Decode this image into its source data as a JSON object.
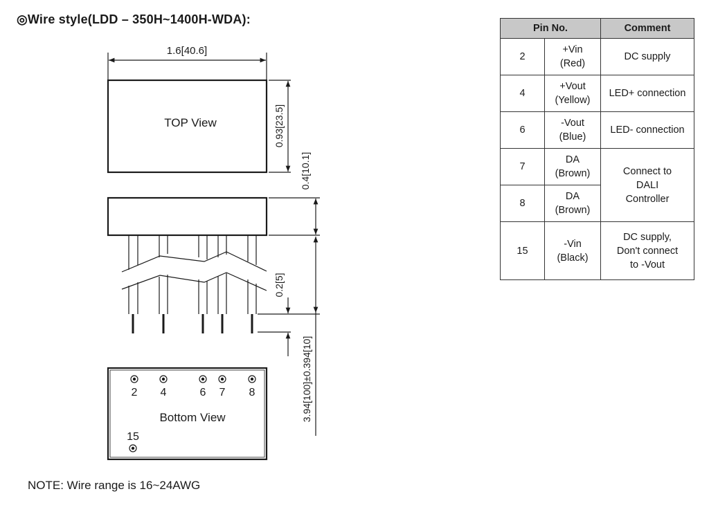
{
  "title": "◎Wire  style(LDD – 350H~1400H-WDA):",
  "note": "NOTE:  Wire range is 16~24AWG",
  "drawing": {
    "width_dim": "1.6[40.6]",
    "height_dim": "0.93[23.5]",
    "top_view_label": "TOP View",
    "body_dim": "0.4[10.1]",
    "lead_dim": "0.2[5]",
    "wire_dim": "3.94[100]±0.394[10]",
    "bottom_view_label": "Bottom View",
    "pins": [
      "2",
      "4",
      "6",
      "7",
      "8",
      "15"
    ]
  },
  "table": {
    "headers": [
      "Pin No.",
      "Comment"
    ],
    "rows": [
      {
        "pin": "2",
        "wire": "+Vin\n(Red)",
        "comment": "DC supply"
      },
      {
        "pin": "4",
        "wire": "+Vout\n(Yellow)",
        "comment": "LED+ connection"
      },
      {
        "pin": "6",
        "wire": "-Vout\n(Blue)",
        "comment": "LED- connection"
      },
      {
        "pin": "7",
        "wire": "DA\n(Brown)",
        "comment": "Connect to\nDALI\nController"
      },
      {
        "pin": "8",
        "wire": "DA\n(Brown)"
      },
      {
        "pin": "15",
        "wire": "-Vin\n(Black)",
        "comment": "DC supply,\nDon't connect\nto -Vout"
      }
    ]
  }
}
